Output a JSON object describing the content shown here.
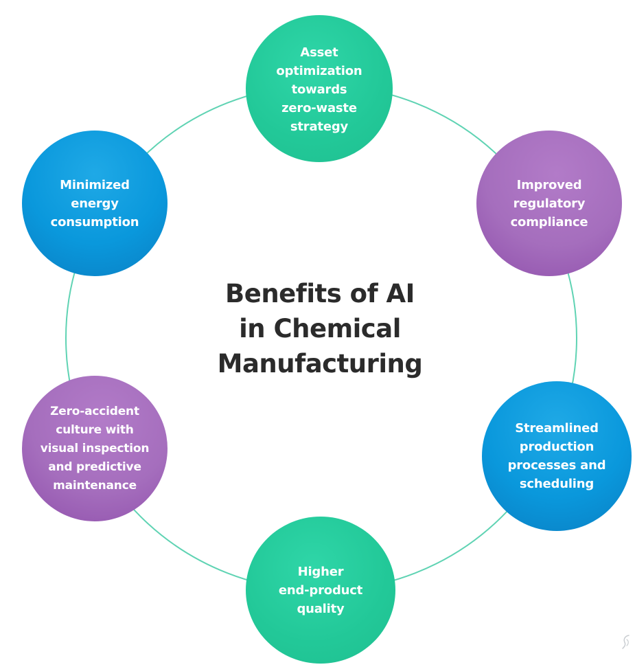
{
  "diagram": {
    "title": "Benefits of AI\nin Chemical\nManufacturing",
    "ring_color": "#5fd3b3",
    "nodes": [
      {
        "id": "top",
        "label": "Asset\noptimization\ntowards\nzero-waste\nstrategy",
        "color": "green"
      },
      {
        "id": "upper-right",
        "label": "Improved\nregulatory\ncompliance",
        "color": "purple"
      },
      {
        "id": "lower-right",
        "label": "Streamlined\nproduction\nprocesses and\nscheduling",
        "color": "blue"
      },
      {
        "id": "bottom",
        "label": "Higher\nend-product\nquality",
        "color": "green"
      },
      {
        "id": "lower-left",
        "label": "Zero-accident\nculture with\nvisual inspection\nand predictive\nmaintenance",
        "color": "purple"
      },
      {
        "id": "upper-left",
        "label": "Minimized\nenergy\nconsumption",
        "color": "blue"
      }
    ],
    "colors": {
      "green": "#22c898",
      "purple": "#a56ebd",
      "blue": "#0a98dc",
      "title_text": "#2b2b2b"
    }
  }
}
